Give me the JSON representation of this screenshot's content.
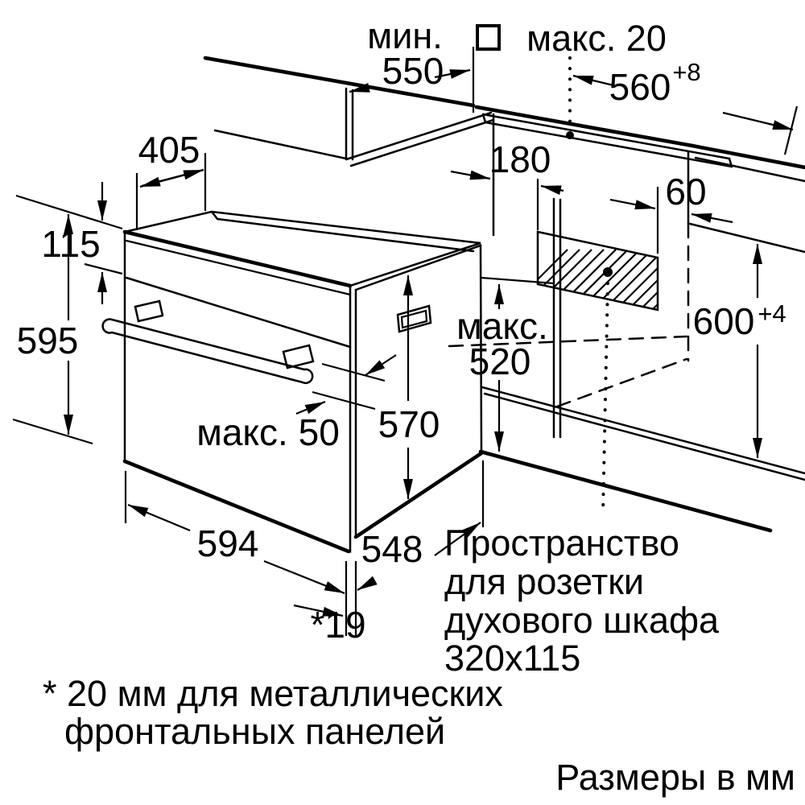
{
  "diagram": {
    "dims": {
      "min_depth_prefix": "мин.",
      "min_depth": "550",
      "cable_hole": "макс. 20",
      "niche_width": "560",
      "niche_width_tol": "+8",
      "top_depth": "405",
      "panel_height": "115",
      "oven_height": "595",
      "rear_distance": "180",
      "socket_offset": "60",
      "max_label": "макс.",
      "max_value": "520",
      "inner_height": "570",
      "handle_depth": "макс. 50",
      "oven_width": "594",
      "body_depth": "548",
      "protrusion": "*19",
      "niche_height": "600",
      "niche_height_tol": "+4"
    },
    "socket_note": {
      "lines": [
        "Пространство",
        "для розетки",
        "духового шкафа",
        "320x115"
      ]
    },
    "footnote": {
      "line1": "* 20 мм для металлических",
      "line2": "фронтальных панелей"
    },
    "units_note": "Размеры в мм"
  }
}
